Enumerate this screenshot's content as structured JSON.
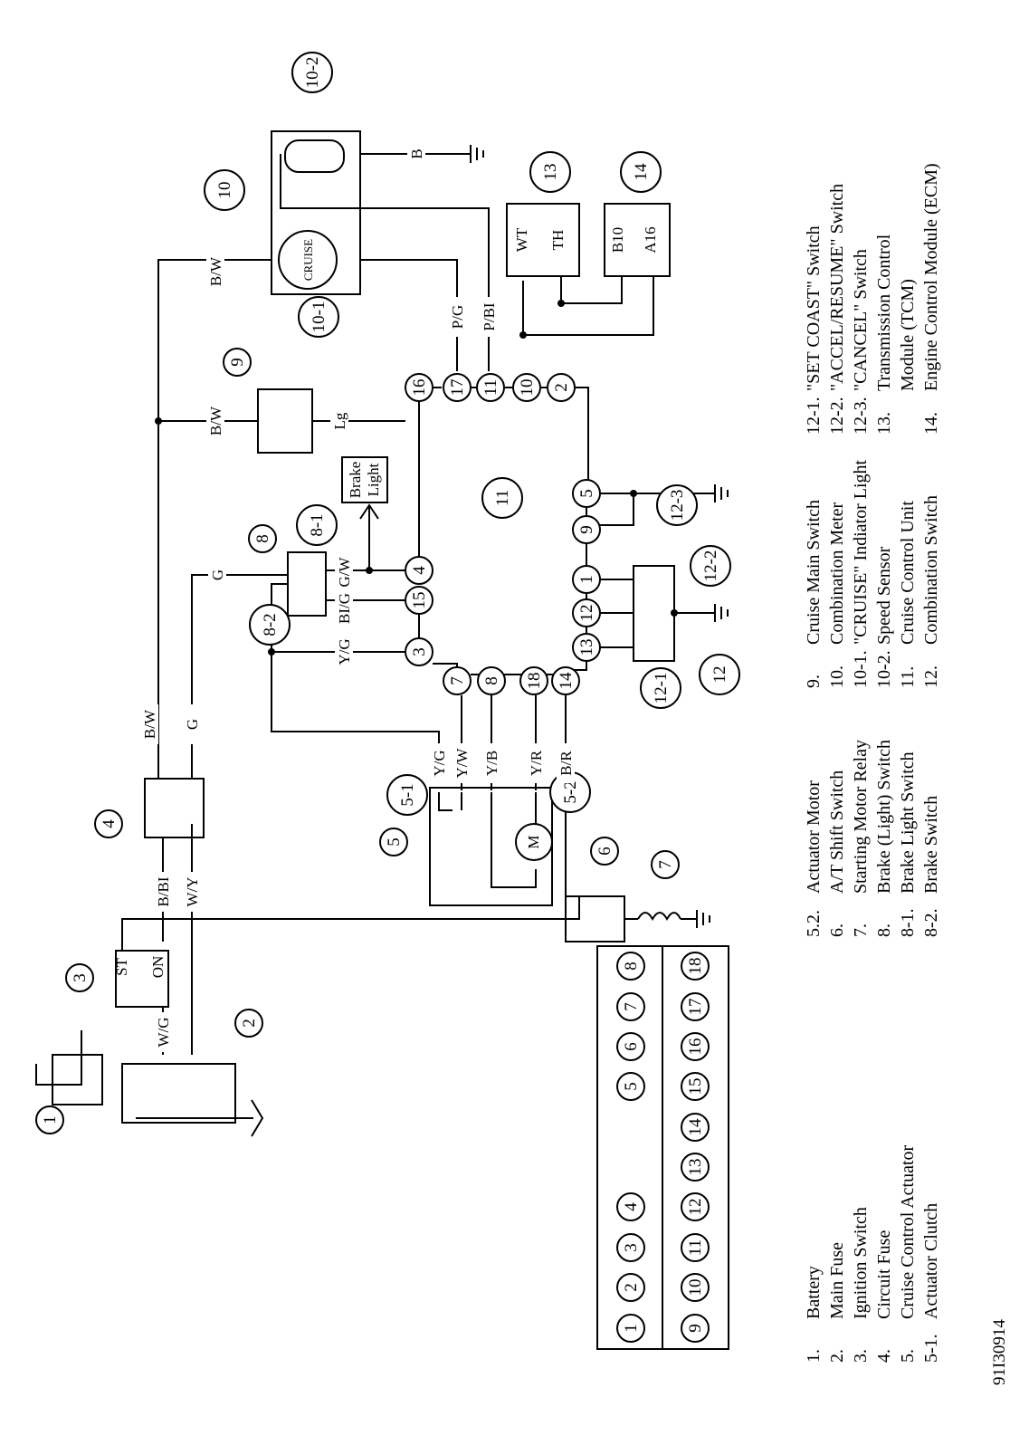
{
  "figure_code": "91I30914",
  "component_numbers": [
    "1",
    "2",
    "3",
    "4",
    "5",
    "5-1",
    "5-2",
    "6",
    "7",
    "8",
    "8-1",
    "8-2",
    "9",
    "10",
    "10-1",
    "10-2",
    "11",
    "12",
    "12-1",
    "12-2",
    "12-3",
    "13",
    "14"
  ],
  "connector_pins": [
    "1",
    "2",
    "3",
    "4",
    "5",
    "6",
    "7",
    "8",
    "9",
    "10",
    "11",
    "12",
    "13",
    "14",
    "15",
    "16",
    "17",
    "18"
  ],
  "wire_colors": {
    "wg": "W/G",
    "bbl": "B/BI",
    "wy": "W/Y",
    "bw": "B/W",
    "g": "G",
    "yg": "Y/G",
    "yw": "Y/W",
    "yb": "Y/B",
    "yr": "Y/R",
    "br": "B/R",
    "blg": "BI/G",
    "gw": "G/W",
    "lg": "Lg",
    "pg": "P/G",
    "pbl": "P/BI",
    "b": "B"
  },
  "device_text": {
    "st": "ST",
    "on": "ON",
    "cruise": "CRUISE",
    "motor": "M",
    "wt": "WT",
    "th": "TH",
    "b10": "B10",
    "a16": "A16",
    "brake": "Brake",
    "light": "Light"
  },
  "legend": {
    "col1": [
      {
        "num": "1.",
        "text": "Battery"
      },
      {
        "num": "2.",
        "text": "Main Fuse"
      },
      {
        "num": "3.",
        "text": "Ignition Switch"
      },
      {
        "num": "4.",
        "text": "Circuit Fuse"
      },
      {
        "num": "5.",
        "text": "Cruise Control Actuator"
      },
      {
        "num": "5-1.",
        "text": "Actuator Clutch"
      }
    ],
    "col2": [
      {
        "num": "5.2.",
        "text": "Actuator Motor"
      },
      {
        "num": "6.",
        "text": "A/T Shift Switch"
      },
      {
        "num": "7.",
        "text": "Starting Motor Relay"
      },
      {
        "num": "8.",
        "text": "Brake (Light) Switch"
      },
      {
        "num": "8-1.",
        "text": "Brake Light Switch"
      },
      {
        "num": "8-2.",
        "text": "Brake Switch"
      }
    ],
    "col3": [
      {
        "num": "9.",
        "text": "Cruise Main Switch"
      },
      {
        "num": "10.",
        "text": "Combination Meter"
      },
      {
        "num": "10-1.",
        "text": "\"CRUISE\" Indiator Light"
      },
      {
        "num": "10-2.",
        "text": "Speed Sensor"
      },
      {
        "num": "11.",
        "text": "Cruise Control Unit"
      },
      {
        "num": "12.",
        "text": "Combination Switch"
      }
    ],
    "col4": [
      {
        "num": "12-1.",
        "text": "\"SET COAST\" Switch"
      },
      {
        "num": "12-2.",
        "text": "\"ACCEL/RESUME\" Switch"
      },
      {
        "num": "12-3.",
        "text": "\"CANCEL\" Switch"
      },
      {
        "num": "13.",
        "text": "Transmission Control"
      },
      {
        "num": "",
        "text": "Module (TCM)"
      },
      {
        "num": "14.",
        "text": "Engine Control Module (ECM)"
      }
    ]
  }
}
